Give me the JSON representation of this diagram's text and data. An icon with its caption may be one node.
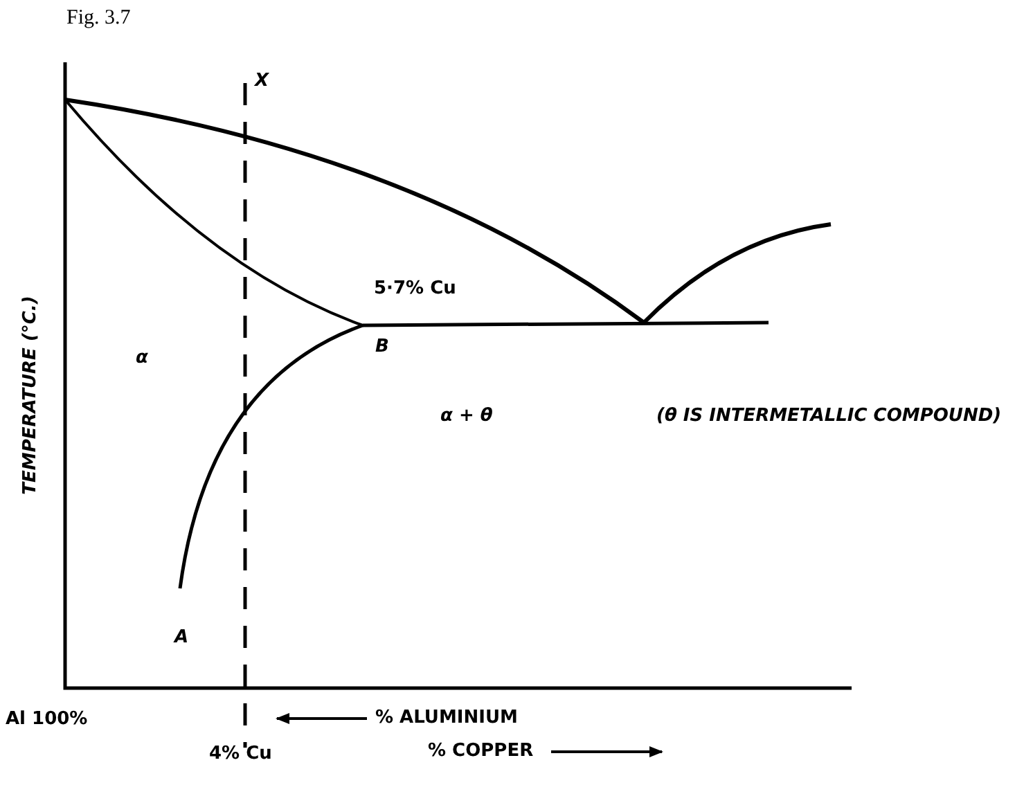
{
  "diagram": {
    "title": "Fig. 3.7",
    "labels": [
      "X",
      "5·7% Cu",
      "α",
      "B",
      "α + θ",
      "(θ IS INTERMETALLIC COMPOUND)",
      "A",
      "TEMPERATURE (°C.)",
      "Al 100%",
      "% ALUMINIUM",
      "4% Cu",
      "% COPPER"
    ]
  }
}
